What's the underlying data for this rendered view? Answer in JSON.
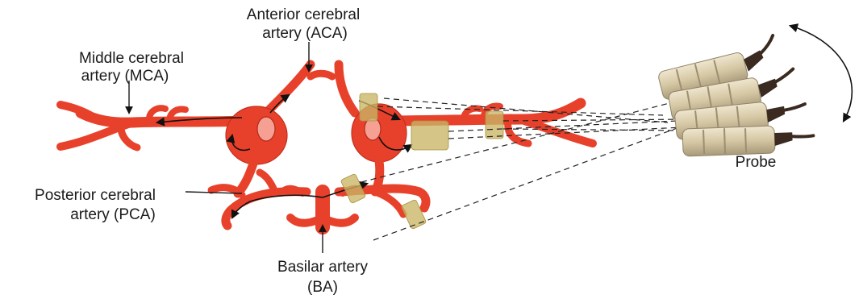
{
  "labels": {
    "aca_line1": "Anterior cerebral",
    "aca_line2": "artery (ACA)",
    "mca_line1": "Middle cerebral",
    "mca_line2": "artery (MCA)",
    "pca_line1": "Posterior cerebral",
    "pca_line2": "artery (PCA)",
    "ba_line1": "Basilar artery",
    "ba_line2": "(BA)",
    "probe": "Probe"
  },
  "colors": {
    "artery": "#e8412b",
    "sample_volume": "#c9b565",
    "probe_body": "#d9cdb0",
    "probe_cable": "#3a2a20"
  },
  "icons": {
    "probe": "transducer-probe-icon",
    "rotation": "curved-double-arrow-icon"
  }
}
